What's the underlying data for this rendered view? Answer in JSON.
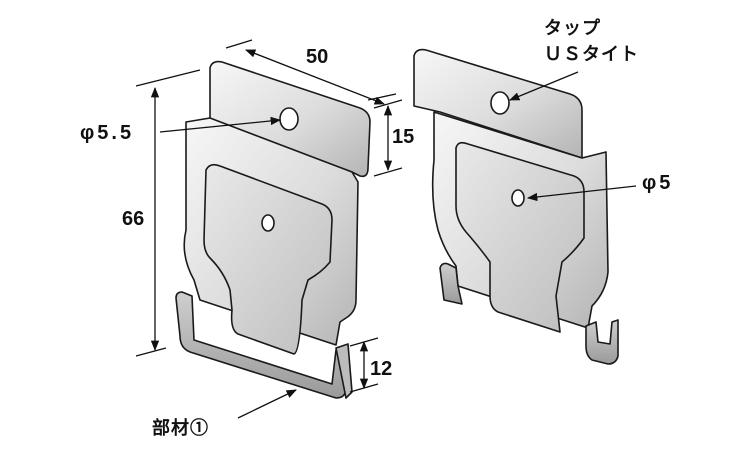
{
  "labels": {
    "width": "50",
    "height": "66",
    "top_depth": "15",
    "hook_depth": "12",
    "hole_large": "φ5.5",
    "hole_small": "φ5",
    "tap_line1": "タップ",
    "tap_line2": "ＵＳタイト",
    "part": "部材①"
  },
  "colors": {
    "outline": "#1a1a1a",
    "metal_light": "#f4f4f4",
    "metal_mid": "#d6d6d6",
    "metal_dark": "#a9a9a9"
  }
}
